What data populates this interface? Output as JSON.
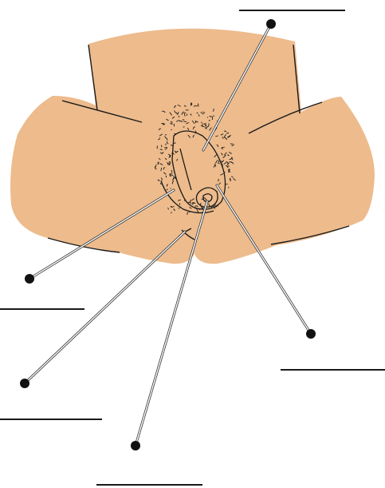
{
  "diagram": {
    "colors": {
      "skin": "#edbb8c",
      "outline": "#1a1a1a",
      "leader_line": "#ffffff",
      "leader_line_outer": "#333333",
      "dot": "#111111"
    },
    "labels": [
      {
        "id": "label-top-right",
        "text": ""
      },
      {
        "id": "label-left-upper",
        "text": ""
      },
      {
        "id": "label-right",
        "text": ""
      },
      {
        "id": "label-left-lower",
        "text": ""
      },
      {
        "id": "label-bottom",
        "text": ""
      }
    ]
  }
}
